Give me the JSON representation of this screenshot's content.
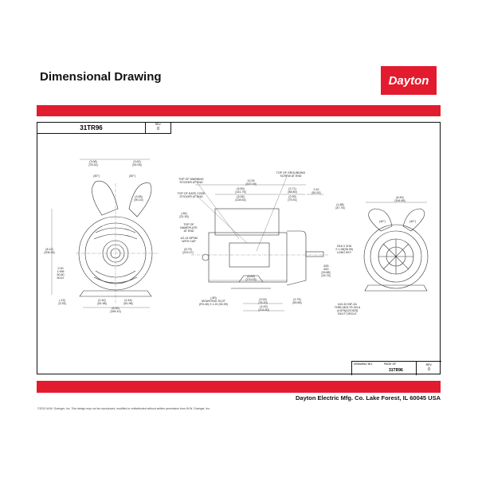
{
  "header": {
    "title": "Dimensional Drawing",
    "brand": "Dayton",
    "brand_color": "#e31b2e"
  },
  "title_block": {
    "part_number": "31TR96",
    "rev_label": "REV.",
    "rev_value": "0"
  },
  "bottom_block": {
    "drawing_no_label": "DRAWING NO.",
    "page_of_label": "PAGE OF",
    "drawing_no": "31TR96",
    "rev_label": "REV.",
    "rev_value": "0"
  },
  "footer": {
    "company": "Dayton Electric Mfg. Co.  Lake Forest, IL  60045  USA",
    "copyright": "©2013 W.W. Grainger, Inc.  This design may not be reproduced, modified or redistributed without written permission from W.W. Grainger, Inc."
  },
  "dims": {
    "d1": [
      "(3.08)",
      "[78.32]"
    ],
    "d2": [
      "(3.62)",
      "[92.05]"
    ],
    "a1": [
      "(30°)"
    ],
    "a2": [
      "(30°)"
    ],
    "d3": [
      "(3.55)",
      "[90.22]"
    ],
    "d4": [
      "(8.12)",
      "[206.16]"
    ],
    "d5": [
      "2.00",
      "1.995",
      "50.80",
      "50.67"
    ],
    "d6": [
      "(.13)",
      "[3.25]"
    ],
    "d7": [
      "(2.44)",
      "[61.98]"
    ],
    "d8": [
      "(2.44)",
      "[61.98]"
    ],
    "d9": [
      "(6.50)",
      "[165.10]"
    ],
    "d10": [
      "12.09",
      "[307.09]"
    ],
    "d11": [
      "(5.59)",
      "[141.75]"
    ],
    "d12": [
      "(5.06)",
      "[128.52]"
    ],
    "d13": [
      "(2.71)",
      "[68.80]"
    ],
    "d14": [
      "(2.99)",
      "[75.91]"
    ],
    "d15": [
      "2.42",
      "[61.51]"
    ],
    "d16": [
      "(.84)",
      "[21.30]"
    ],
    "d17": [
      "(8.79)",
      "[223.27]"
    ],
    "d18": [
      "(6.69)",
      "[170.03]"
    ],
    "d19": [
      "(3.00)",
      "[76.20]"
    ],
    "d20": [
      "(4.00)",
      "[101.60]"
    ],
    "d21": [
      "(2.75)",
      "[69.85]"
    ],
    "d22": [
      "(1.88)",
      "[47.75]"
    ],
    "d23": [
      ".625",
      ".620",
      "[15.88]",
      "[15.75]"
    ],
    "d24": [
      "(6.49)",
      "[164.85]"
    ],
    "a3": [
      "(40°)"
    ],
    "a4": [
      "(40°)"
    ]
  },
  "notes": {
    "n1": [
      "TOP OF WARNING",
      "STICKER AT END"
    ],
    "n2": [
      "TOP OF DATE CODE",
      "STICKER AT END"
    ],
    "n3": [
      "TOP OF",
      "NAMEPLATE",
      "AT END"
    ],
    "n4": [
      "1/2-14 NPSM",
      "WITH CAP"
    ],
    "n5": [
      "TOP OF GROUNDING",
      "SCREW AT END"
    ],
    "n6": [
      "(.80)",
      "MOUNTING SLOT",
      "(R3.40) X 1.22 (30.99)"
    ],
    "n7": [
      "3/16 X 3/16",
      "X 1.38(35.05)",
      "LONG KEY"
    ],
    "n8": [
      "#10-32 INF-2A",
      "THRU-BOLTS ON A",
      "(4.875)[123.825]",
      "BOLT CIRCLE"
    ]
  }
}
